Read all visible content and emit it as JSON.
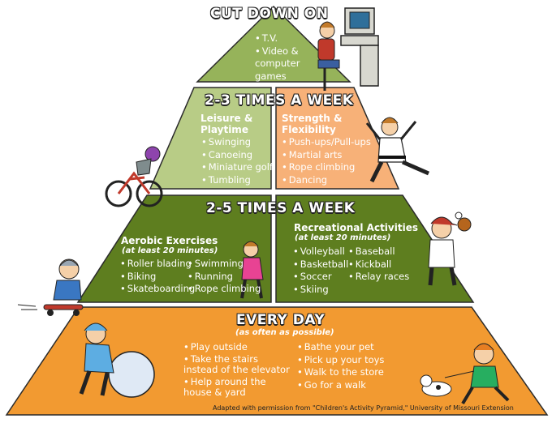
{
  "colors": {
    "top": "#96b35a",
    "leisure": "#b8cc86",
    "strength": "#f7b178",
    "aerobic": "#5e7e1f",
    "recreational": "#5e7e1f",
    "everyday": "#f29a31",
    "outline": "#2b2b2b"
  },
  "cut_down": {
    "title": "CUT DOWN ON",
    "items": [
      "T.V.",
      "Video & computer games"
    ]
  },
  "weekly_2_3": {
    "title": "2-3 TIMES A WEEK",
    "leisure": {
      "heading_line1": "Leisure &",
      "heading_line2": "Playtime",
      "items": [
        "Swinging",
        "Canoeing",
        "Miniature golf",
        "Tumbling"
      ]
    },
    "strength": {
      "heading_line1": "Strength &",
      "heading_line2": "Flexibility",
      "items": [
        "Push-ups/Pull-ups",
        "Martial arts",
        "Rope climbing",
        "Dancing"
      ]
    }
  },
  "weekly_2_5": {
    "title": "2-5 TIMES A WEEK",
    "aerobic": {
      "heading": "Aerobic Exercises",
      "note": "(at least 20 minutes)",
      "col1": [
        "Roller blading",
        "Biking",
        "Skateboarding"
      ],
      "col2": [
        "Swimming",
        "Running",
        "Rope climbing"
      ]
    },
    "recreational": {
      "heading": "Recreational Activities",
      "note": "(at least 20 minutes)",
      "col1": [
        "Volleyball",
        "Basketball",
        "Soccer",
        "Skiing"
      ],
      "col2": [
        "Baseball",
        "Kickball",
        "Relay races"
      ]
    }
  },
  "every_day": {
    "title": "EVERY DAY",
    "note": "(as often as possible)",
    "col1": [
      "Play outside",
      "Take the stairs instead of the elevator",
      "Help around the house & yard"
    ],
    "col2": [
      "Bathe your pet",
      "Pick up your toys",
      "Walk to the store",
      "Go for a walk"
    ]
  },
  "credit": "Adapted with permission from \"Children's Activity Pyramid,\" University of Missouri Extension",
  "icons": [
    "computer-kid",
    "bike-rider",
    "karate-kid",
    "skater-girl",
    "skateboard-kid",
    "baseball-kid",
    "snowball-kid",
    "dog-walker"
  ]
}
